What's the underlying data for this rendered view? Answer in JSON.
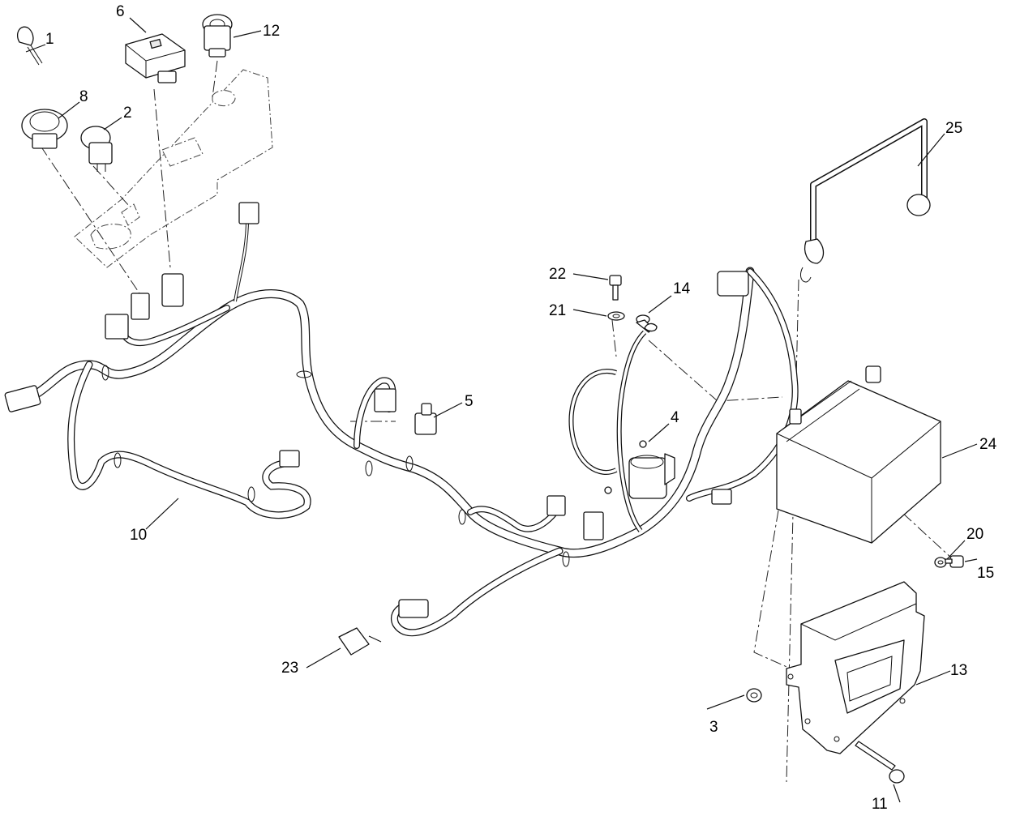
{
  "callouts": {
    "c1": "1",
    "c2": "2",
    "c3": "3",
    "c4": "4",
    "c5": "5",
    "c6": "6",
    "c8": "8",
    "c10": "10",
    "c11": "11",
    "c12": "12",
    "c13": "13",
    "c14": "14",
    "c15": "15",
    "c20": "20",
    "c21": "21",
    "c22": "22",
    "c23": "23",
    "c24": "24",
    "c25": "25"
  }
}
